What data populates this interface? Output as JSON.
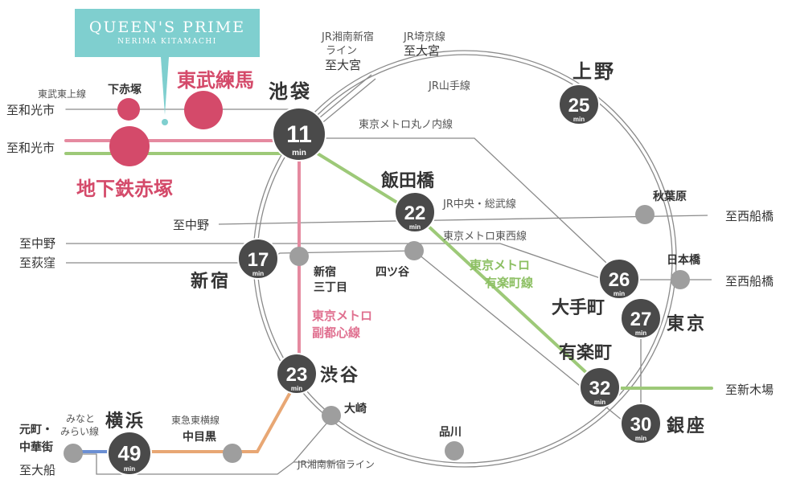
{
  "brand": {
    "title": "QUEEN'S PRIME",
    "subtitle": "NERIMA KITAMACHI"
  },
  "colors": {
    "tobu": "#d44a6a",
    "yurakucho": "#9dc978",
    "fukutoshin": "#e58aa0",
    "tokyu": "#e8a774",
    "minatomirai": "#6b8fd3",
    "station_dark": "#4a4a4a",
    "station_gray": "#9e9e9e",
    "logo": "#7fcfcf"
  },
  "home_stations": {
    "tobu_nerima": "東武練馬",
    "shimo_akatsuka": "下赤塚",
    "chikatetsu_akatsuka": "地下鉄赤塚"
  },
  "hubs": {
    "ikebukuro": {
      "name": "池袋",
      "time": "11",
      "unit": "min"
    },
    "iidabashi": {
      "name": "飯田橋",
      "time": "22",
      "unit": "min"
    },
    "shinjuku": {
      "name": "新宿",
      "time": "17",
      "unit": "min"
    },
    "shibuya": {
      "name": "渋谷",
      "time": "23",
      "unit": "min"
    },
    "ueno": {
      "name": "上野",
      "time": "25",
      "unit": "min"
    },
    "otemachi": {
      "name": "大手町",
      "time": "26",
      "unit": "min"
    },
    "tokyo": {
      "name": "東京",
      "time": "27",
      "unit": "min"
    },
    "yurakucho": {
      "name": "有楽町",
      "time": "32",
      "unit": "min"
    },
    "ginza": {
      "name": "銀座",
      "time": "30",
      "unit": "min"
    },
    "yokohama": {
      "name": "横浜",
      "time": "49",
      "unit": "min"
    }
  },
  "minor_stations": {
    "akihabara": "秋葉原",
    "nihonbashi": "日本橋",
    "shinjuku_sanchome_1": "新宿",
    "shinjuku_sanchome_2": "三丁目",
    "yotsuya": "四ツ谷",
    "osaki": "大崎",
    "shinagawa": "品川",
    "nakameguro": "中目黒",
    "motomachi_1": "元町・",
    "motomachi_2": "中華街"
  },
  "lines": {
    "tobu_tojo": "東武東上線",
    "yamanote": "JR山手線",
    "marunouchi": "東京メトロ丸ノ内線",
    "chuo_sobu": "JR中央・総武線",
    "tozai": "東京メトロ東西線",
    "yurakucho_1": "東京メトロ",
    "yurakucho_2": "有楽町線",
    "fukutoshin_1": "東京メトロ",
    "fukutoshin_2": "副都心線",
    "shonan_1": "JR湘南新宿",
    "shonan_2": "ライン",
    "saikyo": "JR埼京線",
    "tokyu_toyoko": "東急東横線",
    "minatomirai_1": "みなと",
    "minatomirai_2": "みらい線",
    "shonan_bottom": "JR湘南新宿ライン"
  },
  "directions": {
    "to_omiya_1": "至大宮",
    "to_omiya_2": "至大宮",
    "to_wakoshi_1": "至和光市",
    "to_wakoshi_2": "至和光市",
    "to_nakano_1": "至中野",
    "to_nakano_2": "至中野",
    "to_ogikubo": "至荻窪",
    "to_nishifunabashi_1": "至西船橋",
    "to_nishifunabashi_2": "至西船橋",
    "to_shinkiba": "至新木場",
    "to_ofuna": "至大船"
  }
}
